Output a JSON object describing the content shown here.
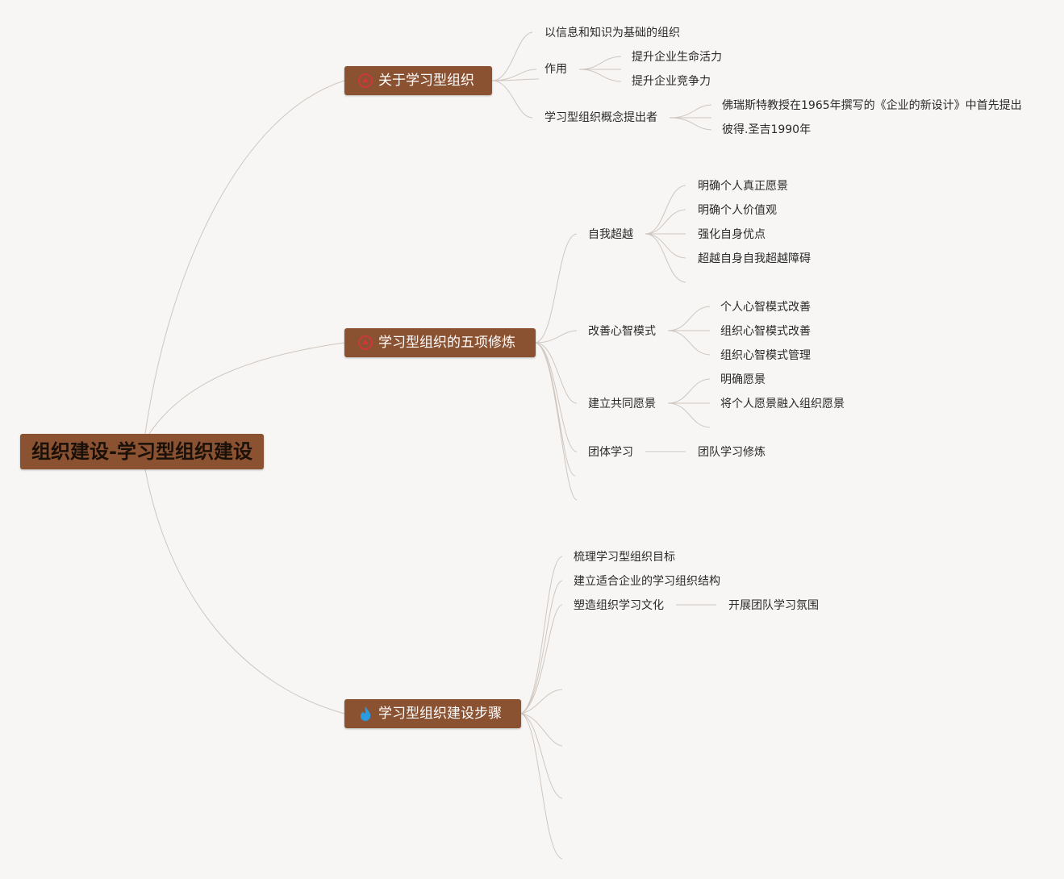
{
  "root": {
    "label": "组织建设-学习型组织建设"
  },
  "branches": [
    {
      "label": "关于学习型组织",
      "icon": "red-circle-icon",
      "children": [
        {
          "label": "以信息和知识为基础的组织"
        },
        {
          "label": "作用",
          "children": [
            "提升企业生命活力",
            "提升企业竞争力"
          ]
        },
        {
          "label": "学习型组织概念提出者",
          "children": [
            "佛瑞斯特教授在1965年撰写的《企业的新设计》中首先提出",
            "彼得.圣吉1990年"
          ]
        }
      ]
    },
    {
      "label": "学习型组织的五项修炼",
      "icon": "red-circle-icon",
      "children": [
        {
          "label": "自我超越",
          "children": [
            "明确个人真正愿景",
            "明确个人价值观",
            "强化自身优点",
            "超越自身自我超越障碍"
          ]
        },
        {
          "label": "改善心智模式",
          "children": [
            "个人心智模式改善",
            "组织心智模式改善",
            "组织心智模式管理"
          ]
        },
        {
          "label": "建立共同愿景",
          "children": [
            "明确愿景",
            "将个人愿景融入组织愿景"
          ]
        },
        {
          "label": "团体学习",
          "children": [
            "团队学习修炼"
          ]
        }
      ]
    },
    {
      "label": "学习型组织建设步骤",
      "icon": "blue-flame-icon",
      "children": [
        {
          "label": "梳理学习型组织目标"
        },
        {
          "label": "建立适合企业的学习组织结构"
        },
        {
          "label": "塑造组织学习文化",
          "children": [
            "开展团队学习氛围"
          ]
        }
      ]
    }
  ],
  "colors": {
    "background": "#f8f6f4",
    "node_fill": "#8b5232",
    "root_text": "#1a1008",
    "main_text": "#ffffff",
    "connector": "#cfc6bf",
    "icon_red": "#d2363c",
    "icon_blue": "#2a9be0"
  }
}
